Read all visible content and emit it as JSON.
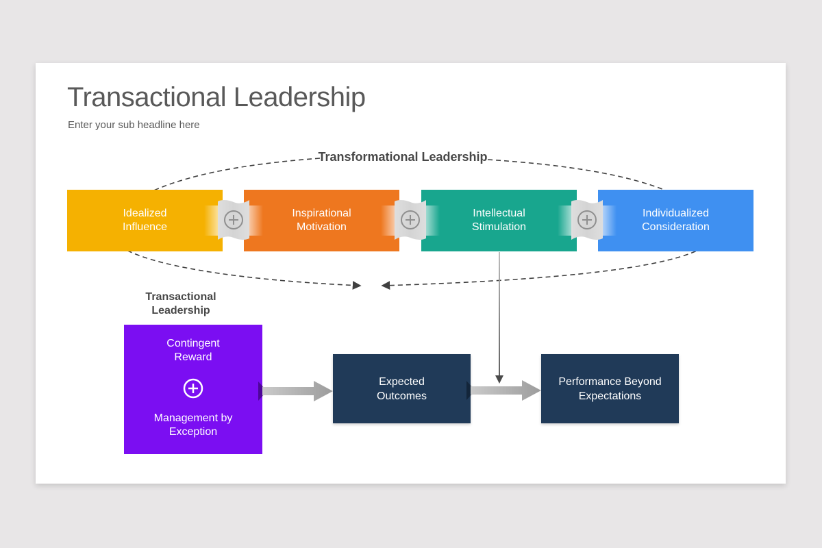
{
  "page": {
    "background": "#E8E6E7"
  },
  "slide": {
    "title": "Transactional Leadership",
    "subtitle": "Enter your sub headline here"
  },
  "transformational": {
    "label": "Transformational Leadership",
    "boxes": [
      {
        "label": "Idealized Influence",
        "color": "#F5B101"
      },
      {
        "label": "Inspirational Motivation",
        "color": "#EE771F"
      },
      {
        "label": "Intellectual Stimulation",
        "color": "#18A68E"
      },
      {
        "label": "Individualized Consideration",
        "color": "#3F90F1"
      }
    ],
    "connector_icon": "plus-icon"
  },
  "transactional": {
    "label": "Transactional Leadership",
    "box": {
      "color": "#7B0EF2",
      "top_label": "Contingent Reward",
      "bottom_label": "Management by Exception",
      "icon": "plus-icon"
    }
  },
  "outcomes": {
    "expected": {
      "label": "Expected Outcomes",
      "color": "#203A58"
    },
    "performance": {
      "label": "Performance Beyond Expectations",
      "color": "#203A58"
    }
  },
  "style": {
    "dash_color": "#404040",
    "arrow_gradient_start": "#CACACA",
    "arrow_gradient_end": "#9C9C9C"
  }
}
